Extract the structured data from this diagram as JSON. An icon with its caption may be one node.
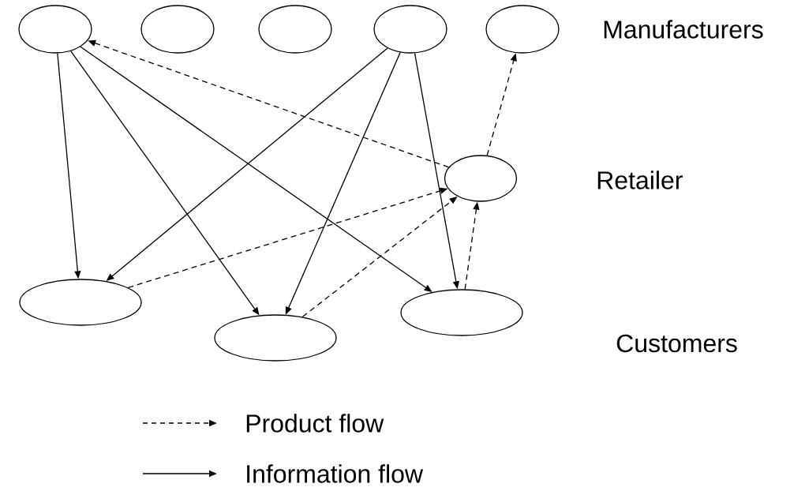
{
  "diagram": {
    "nodes": [
      {
        "text": [],
        "shape": "ellipse"
      },
      {
        "text": [],
        "shape": "ellipse"
      },
      {
        "text": [],
        "shape": "ellipse"
      },
      {
        "text": [],
        "shape": "ellipse"
      },
      {
        "text": [],
        "shape": "ellipse"
      },
      {
        "text": [],
        "shape": "ellipse"
      },
      {
        "text": [],
        "shape": "ellipse"
      },
      {
        "text": [],
        "shape": "ellipse"
      },
      {
        "text": [],
        "shape": "ellipse"
      }
    ],
    "edges": [
      {
        "from": 0,
        "to": 6,
        "arrow": "to"
      },
      {
        "from": 0,
        "to": 7,
        "arrow": "to"
      },
      {
        "from": 0,
        "to": 8,
        "arrow": "to"
      },
      {
        "from": 3,
        "to": 6,
        "arrow": "to"
      },
      {
        "from": 3,
        "to": 7,
        "arrow": "to"
      },
      {
        "from": 3,
        "to": 8,
        "arrow": "to"
      },
      {
        "from": 5,
        "to": 0,
        "arrow": "to",
        "style": "dashed"
      },
      {
        "from": 5,
        "to": 4,
        "arrow": "to",
        "style": "dashed"
      },
      {
        "from": 6,
        "to": 5,
        "arrow": "to",
        "style": "dashed"
      },
      {
        "from": 7,
        "to": 5,
        "arrow": "to",
        "style": "dashed"
      },
      {
        "from": 8,
        "to": 5,
        "arrow": "to",
        "style": "dashed"
      }
    ],
    "labels": [
      "Manufacturers",
      "Retailer",
      "Customers"
    ],
    "legend": [
      {
        "text": "Product flow"
      },
      {
        "text": "Information flow"
      }
    ]
  }
}
